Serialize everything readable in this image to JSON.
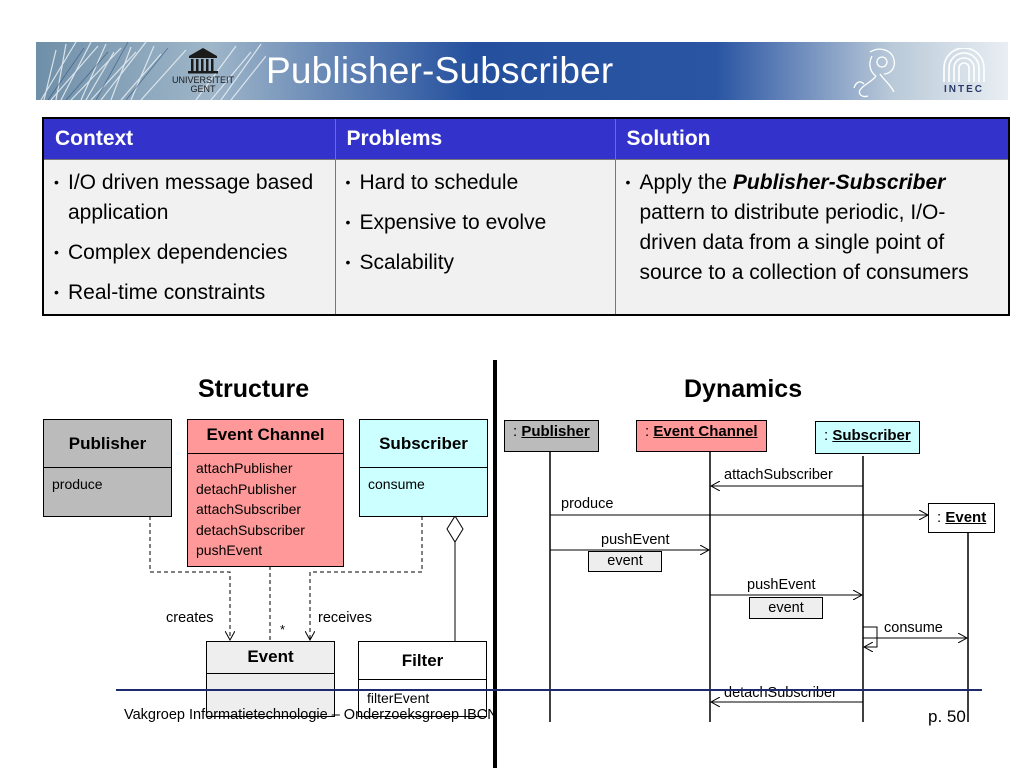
{
  "header": {
    "title": "Publisher-Subscriber",
    "logo_left_text": [
      "UNIVERSITEIT",
      "GENT"
    ],
    "logo_right_text": "INTEC"
  },
  "table": {
    "headers": [
      "Context",
      "Problems",
      "Solution"
    ],
    "context_items": [
      "I/O driven message based application",
      "Complex dependencies",
      "Real-time constraints"
    ],
    "problem_items": [
      "Hard to schedule",
      "Expensive to evolve",
      "Scalability"
    ],
    "solution": {
      "prefix": "Apply the ",
      "emphasis": "Publisher-Subscriber",
      "suffix": " pattern to distribute periodic, I/O-driven data from a single point of source to a collection of consumers"
    }
  },
  "structure": {
    "title": "Structure",
    "publisher": {
      "name": "Publisher",
      "methods": [
        "produce"
      ]
    },
    "event_channel": {
      "name": "Event Channel",
      "methods": [
        "attachPublisher",
        "detachPublisher",
        "attachSubscriber",
        "detachSubscriber",
        "pushEvent"
      ]
    },
    "subscriber": {
      "name": "Subscriber",
      "methods": [
        "consume"
      ]
    },
    "event": {
      "name": "Event"
    },
    "filter": {
      "name": "Filter",
      "methods": [
        "filterEvent"
      ]
    },
    "labels": {
      "creates": "creates",
      "receives": "receives",
      "multiplicity": "*"
    }
  },
  "dynamics": {
    "title": "Dynamics",
    "objects": {
      "publisher": {
        "prefix": ": ",
        "name": "Publisher"
      },
      "event_channel": {
        "prefix": ": ",
        "name": "Event Channel"
      },
      "subscriber": {
        "prefix": ": ",
        "name": "Subscriber"
      },
      "event": {
        "prefix": ": ",
        "name": "Event"
      }
    },
    "messages": {
      "attach": "attachSubscriber",
      "produce": "produce",
      "push1": "pushEvent",
      "event1": "event",
      "push2": "pushEvent",
      "event2": "event",
      "consume": "consume",
      "detach": "detachSubscriber"
    }
  },
  "footer": {
    "text": "Vakgroep Informatietechnologie – Onderzoeksgroep IBCN",
    "page": "p. 50"
  },
  "colors": {
    "header_blue": "#3333cc",
    "publisher_gray": "#bbbbbb",
    "channel_red": "#ff9999",
    "subscriber_cyan": "#ccffff",
    "footer_line": "#1d2a6e"
  }
}
